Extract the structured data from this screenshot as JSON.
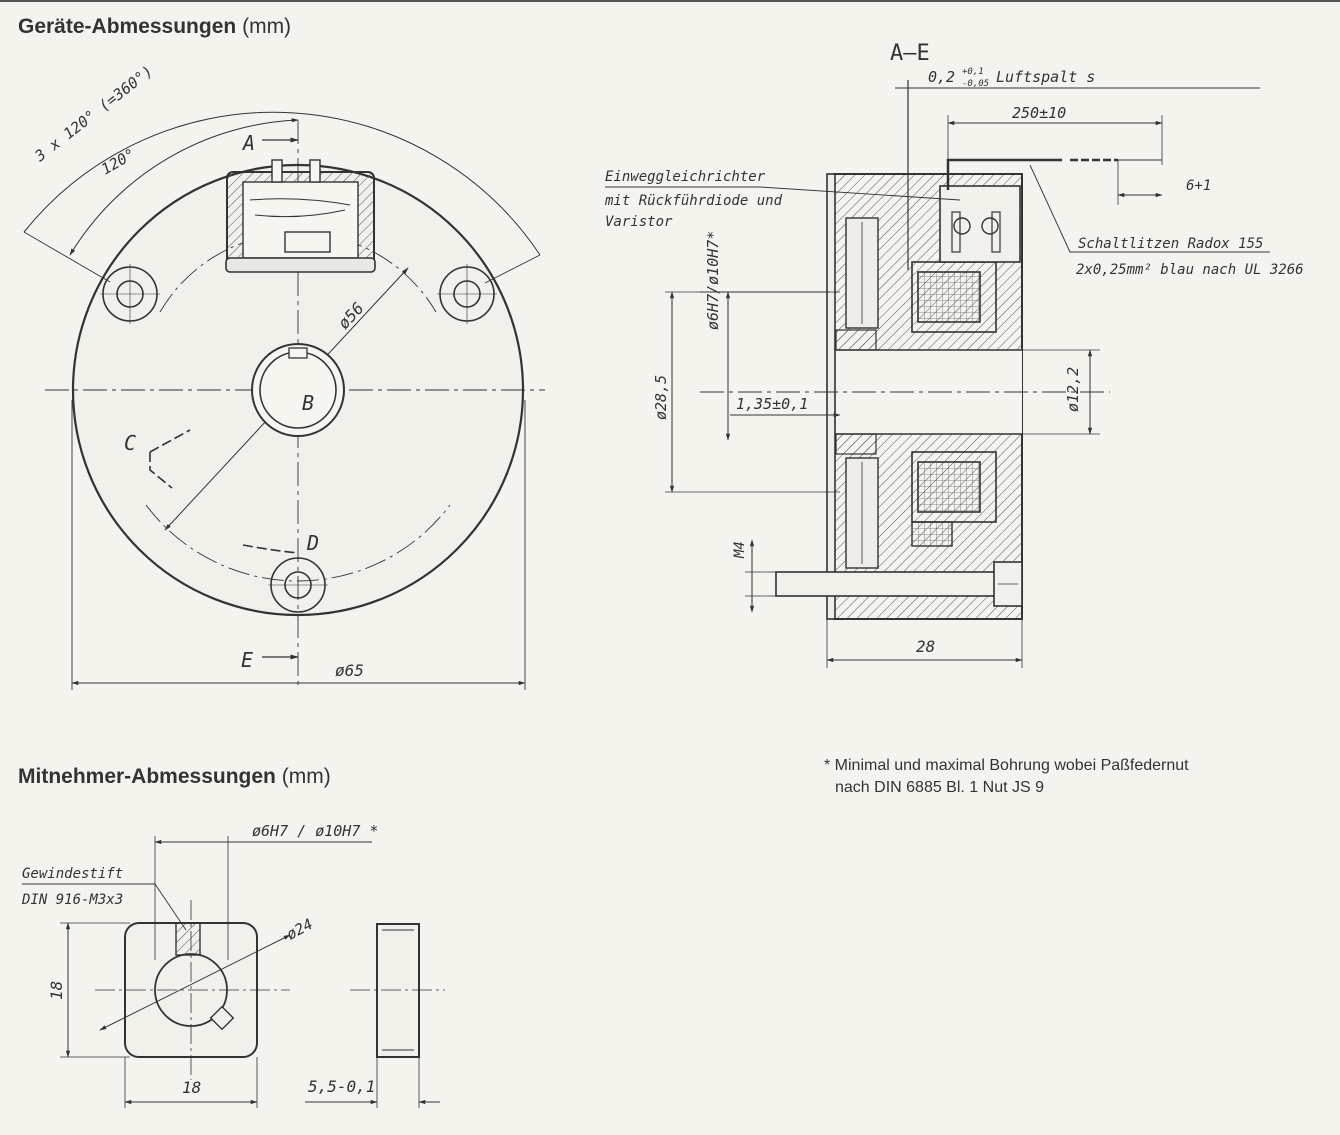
{
  "sections": {
    "device": {
      "title": "Geräte-Abmessungen",
      "unit": "(mm)"
    },
    "driver": {
      "title": "Mitnehmer-Abmessungen",
      "unit": "(mm)"
    }
  },
  "footnote": {
    "line1": "Minimal und maximal Bohrung wobei Paßfedernut",
    "line2": "nach DIN 6885 Bl. 1 Nut JS 9"
  },
  "front_view": {
    "angle_total": "3 x 120° (=360°)",
    "angle_single": "120°",
    "dia_outer": "ø65",
    "dia_bolt_circle": "ø56",
    "label_a": "A",
    "label_b": "B",
    "label_c": "C",
    "label_d": "D",
    "label_e": "E"
  },
  "section_view": {
    "title": "A–E",
    "air_gap_value": "0,2",
    "air_gap_upper_tol": "+0,1",
    "air_gap_lower_tol": "-0,05",
    "air_gap_label": "Luftspalt s",
    "lead_length": "250±10",
    "strip_length": "6+1",
    "rectifier_line1": "Einweggleichrichter",
    "rectifier_line2": "mit Rückführdiode und",
    "rectifier_line3": "Varistor",
    "leads_line1": "Schaltlitzen Radox 155",
    "leads_line2": "2x0,25mm² blau nach UL 3266",
    "bore": "ø6H7/ø10H7*",
    "dia_28_5": "ø28,5",
    "offset": "1,35±0,1",
    "dia_12_2": "ø12,2",
    "thread": "M4",
    "width": "28"
  },
  "driver_view": {
    "bore": "ø6H7 / ø10H7 *",
    "setscrew_line1": "Gewindestift",
    "setscrew_line2": "DIN 916-M3x3",
    "dia_24": "ø24",
    "height": "18",
    "width": "18",
    "thickness": "5,5-0,1"
  }
}
